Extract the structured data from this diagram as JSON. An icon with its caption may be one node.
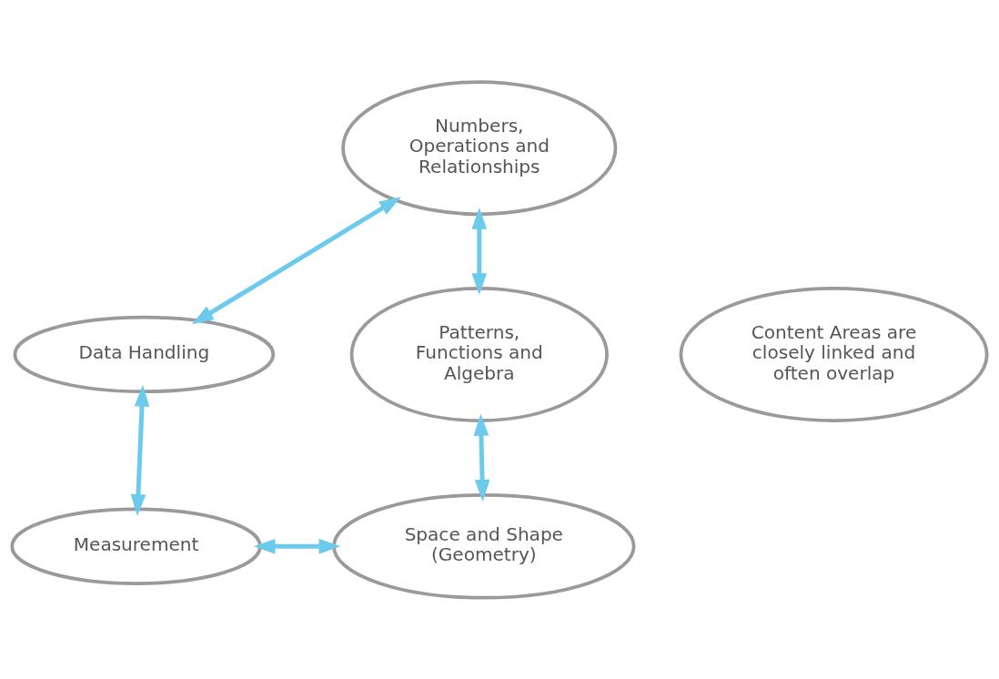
{
  "diagram": {
    "nodes": [
      {
        "text": [
          "Numbers, Operations and Relationships"
        ]
      },
      {
        "text": [
          "Patterns, Functions and Algebra"
        ]
      },
      {
        "text": [
          "Data Handling"
        ]
      },
      {
        "text": [
          "Content Areas are closely linked and often overlap"
        ]
      },
      {
        "text": [
          "Measurement"
        ]
      },
      {
        "text": [
          "Space and Shape (Geometry)"
        ]
      }
    ],
    "edges": [
      {
        "from": 0,
        "to": 1,
        "arrow": "both"
      },
      {
        "from": 0,
        "to": 2,
        "arrow": "both"
      },
      {
        "from": 1,
        "to": 5,
        "arrow": "both"
      },
      {
        "from": 2,
        "to": 4,
        "arrow": "both"
      },
      {
        "from": 4,
        "to": 5,
        "arrow": "both"
      }
    ]
  }
}
